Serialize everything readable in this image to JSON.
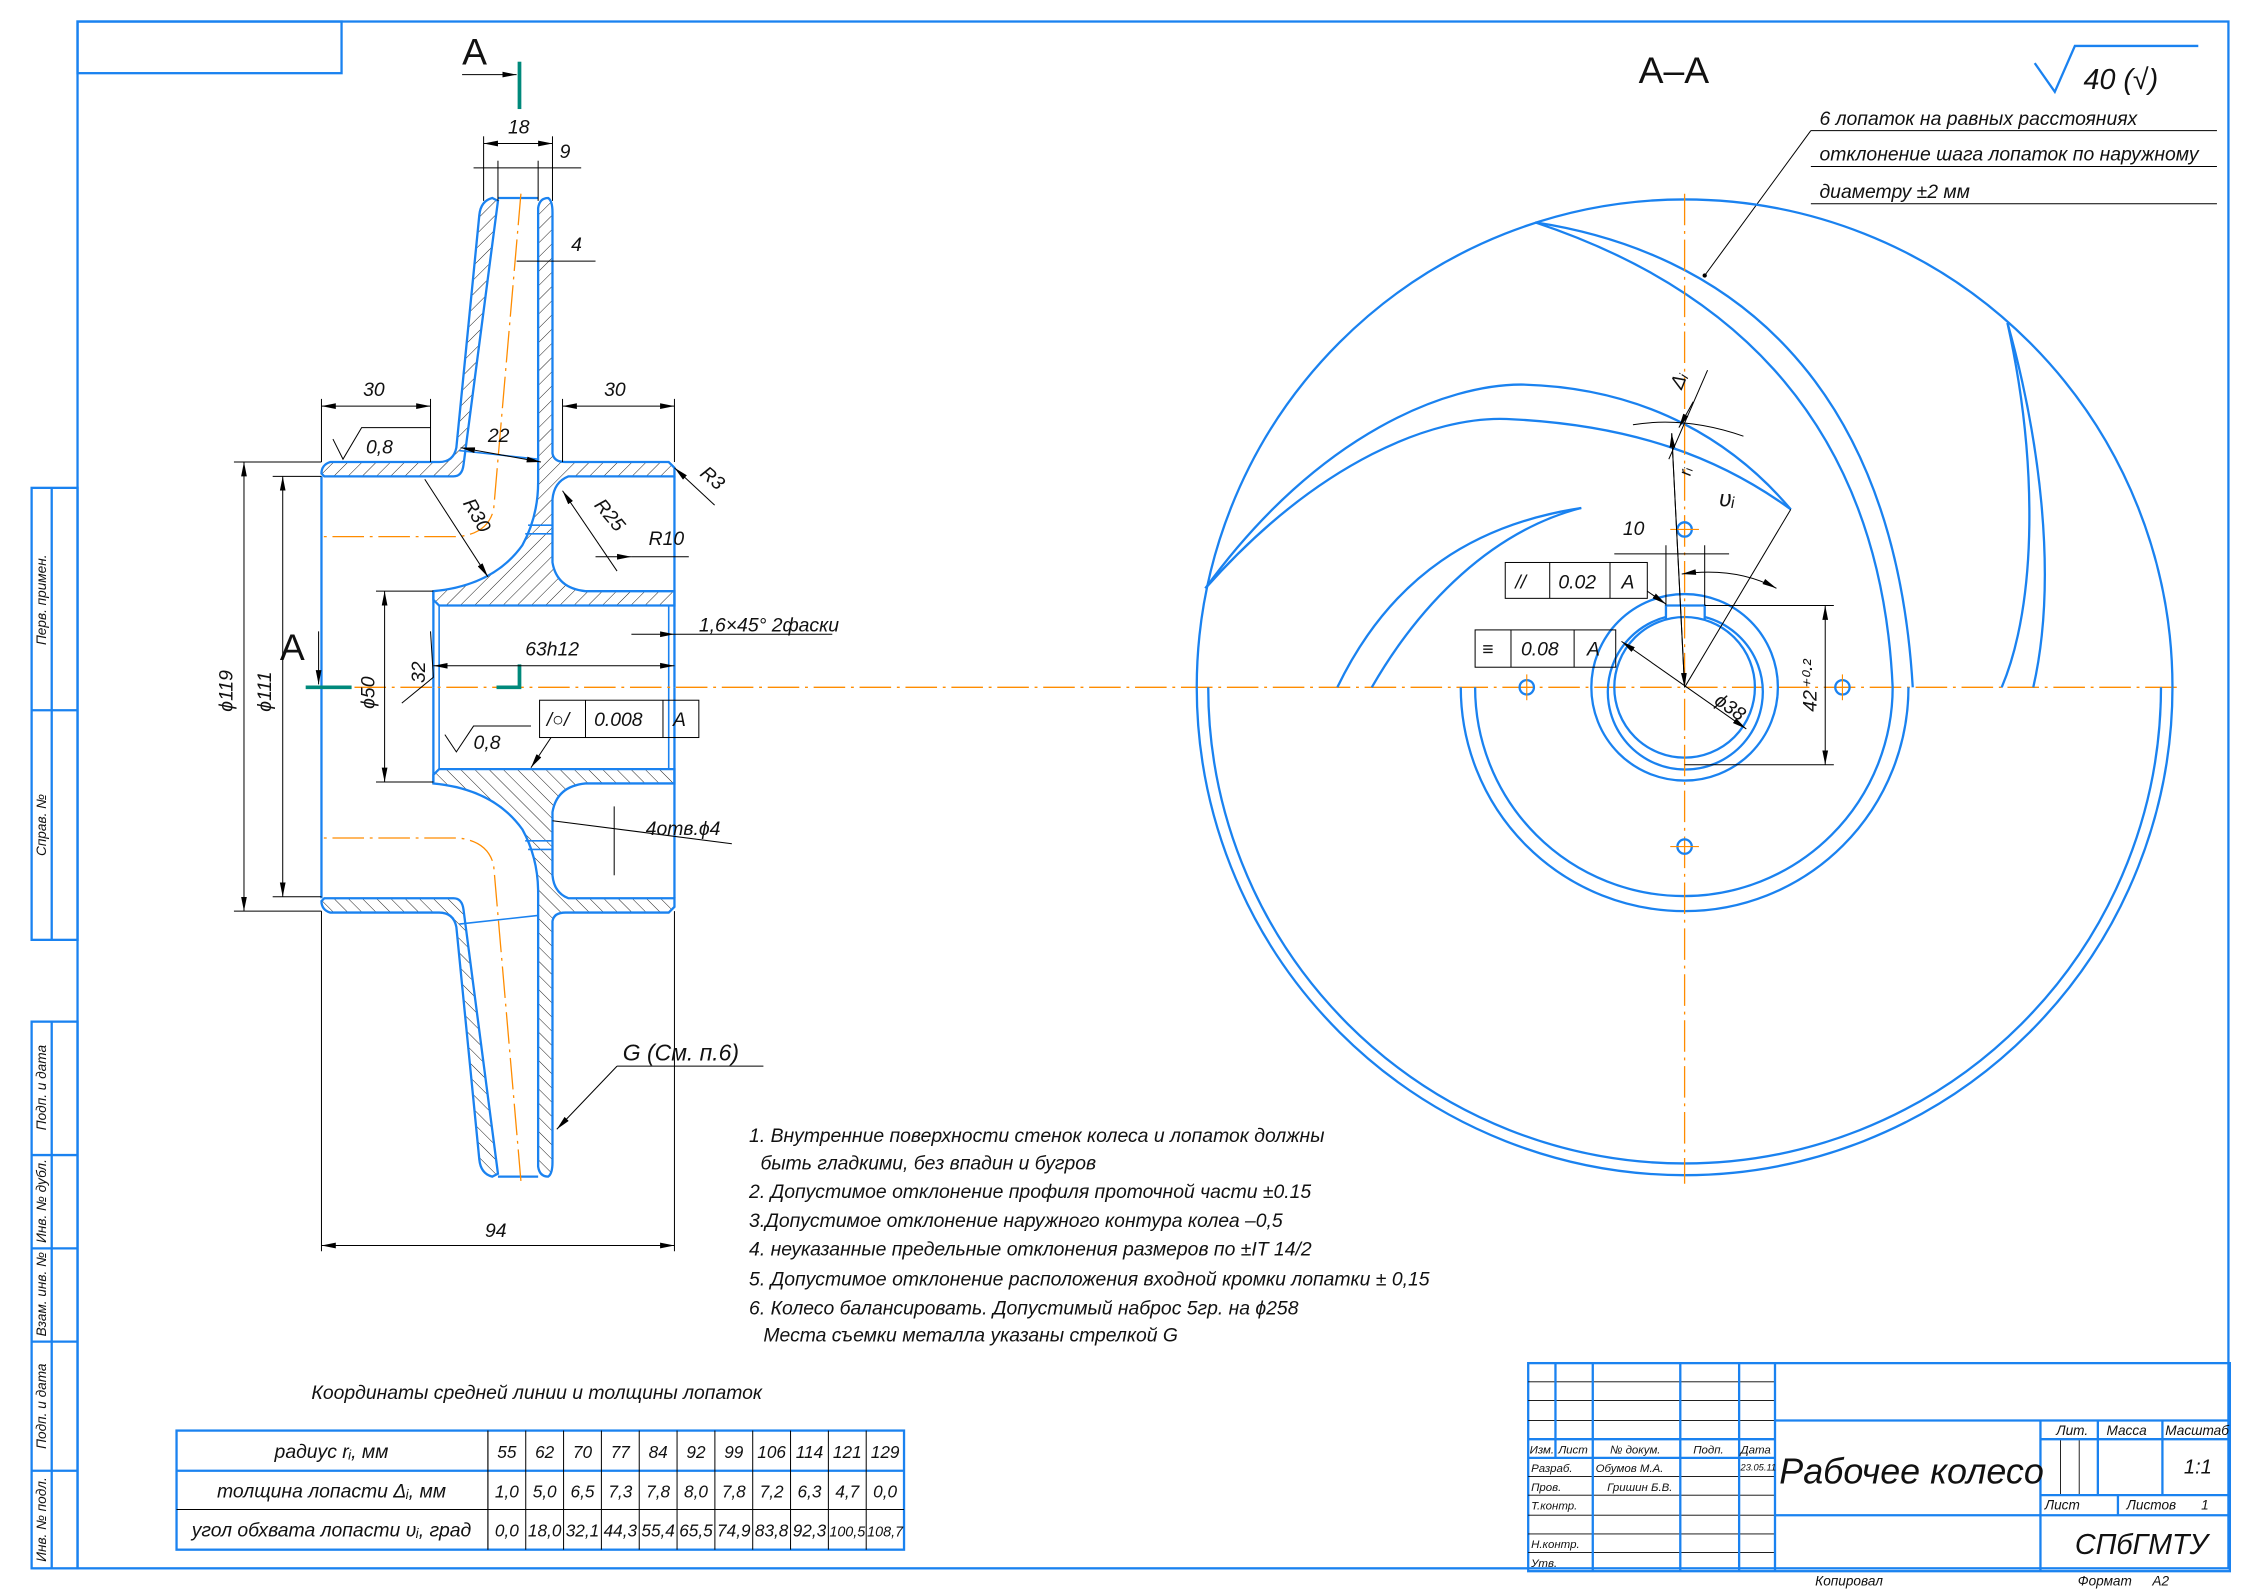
{
  "colors": {
    "outline": "#1a82f0",
    "centerline": "#ff8c00",
    "section_marker": "#00897b",
    "dimension": "#000000"
  },
  "left_view": {
    "section_label_top": "A",
    "section_label_side": "A",
    "dims": {
      "d18": "18",
      "d9": "9",
      "d4": "4",
      "d30_left": "30",
      "d30_right": "30",
      "rough_08_top": "0,8",
      "d22": "22",
      "r3": "R3",
      "r30": "R30",
      "r25": "R25",
      "r10": "R10",
      "chamfer": "1,6×45° 2фаски",
      "bore": "63h12",
      "phi119": "ϕ119",
      "phi111": "ϕ111",
      "phi50": "ϕ50",
      "rough_32": "32",
      "rough_08_bore": "0,8",
      "holes": "4отв.ϕ4",
      "d94": "94"
    },
    "runout_frame": {
      "symbol": "/○/",
      "value": "0.008",
      "datum": "A"
    },
    "balance_mark": "G (См. п.6)"
  },
  "right_view": {
    "title": "А–А",
    "roughness": "40 (√)",
    "note_lines": [
      "6 лопаток на равных расстояниях",
      "отклонение шага лопаток по наружному",
      "диаметру  ±2 мм"
    ],
    "dims": {
      "delta_i": "Δᵢ",
      "r_i": "rᵢ",
      "theta_i": "υᵢ",
      "d10": "10",
      "phi38": "ϕ38",
      "d42": "42⁺⁰·²"
    },
    "parallel_frame": {
      "symbol": "//",
      "value": "0.02",
      "datum": "A"
    },
    "symmetry_frame": {
      "symbol": "≡",
      "value": "0.08",
      "datum": "A"
    }
  },
  "notes": [
    "1. Внутренние поверхности стенок колеса и лопаток должны",
    "быть гладкими, без впадин и бугров",
    "2. Допустимое отклонение профиля проточной части ±0.15",
    "3.Допустимое отклонение наружного контура колеа –0,5",
    "4. неуказанные предельные отклонения размеров по ±IT 14/2",
    "5. Допустимое отклонение расположения входной кромки лопатки ± 0,15",
    "6. Колесо балансировать. Допустимый наброс 5гр. на ϕ258",
    "Места съемки металла указаны стрелкой G"
  ],
  "blade_table": {
    "caption": "Координаты средней линии и толщины лопаток",
    "rows": [
      {
        "label": "радиус rᵢ, мм",
        "values": [
          "55",
          "62",
          "70",
          "77",
          "84",
          "92",
          "99",
          "106",
          "114",
          "121",
          "129"
        ]
      },
      {
        "label": "толщина лопасти Δᵢ, мм",
        "values": [
          "1,0",
          "5,0",
          "6,5",
          "7,3",
          "7,8",
          "8,0",
          "7,8",
          "7,2",
          "6,3",
          "4,7",
          "0,0"
        ]
      },
      {
        "label": "угол обхвата лопасти υᵢ, град",
        "values": [
          "0,0",
          "18,0",
          "32,1",
          "44,3",
          "55,4",
          "65,5",
          "74,9",
          "83,8",
          "92,3",
          "100,5",
          "108,7"
        ]
      }
    ]
  },
  "side_strip": [
    "Перв. примен.",
    "Справ. №",
    "Подп. и дата",
    "Инв. № дубл.",
    "Взам. инв. №",
    "Подп. и дата",
    "Инв. № подл."
  ],
  "title_block": {
    "headers": {
      "izm": "Изм.",
      "list": "Лист",
      "doc": "№ докум.",
      "sign": "Подп.",
      "date": "Дата"
    },
    "roles": {
      "developer": "Разраб.",
      "checker": "Пров.",
      "tech_control": "Т.контр.",
      "norm_control": "Н.контр.",
      "approved": "Утв."
    },
    "developer_name": "Обумов М.А.",
    "checker_name": "Гришин Б.В.",
    "date": "23.05.11",
    "title": "Рабочее колесо",
    "lit_label": "Лит.",
    "mass_label": "Масса",
    "scale_label": "Масштаб",
    "scale": "1:1",
    "sheet_label": "Лист",
    "sheets_label": "Листов",
    "sheets": "1",
    "organization": "СПбГМТУ",
    "copied_label": "Копировал",
    "format_label": "Формат",
    "format": "A2"
  }
}
